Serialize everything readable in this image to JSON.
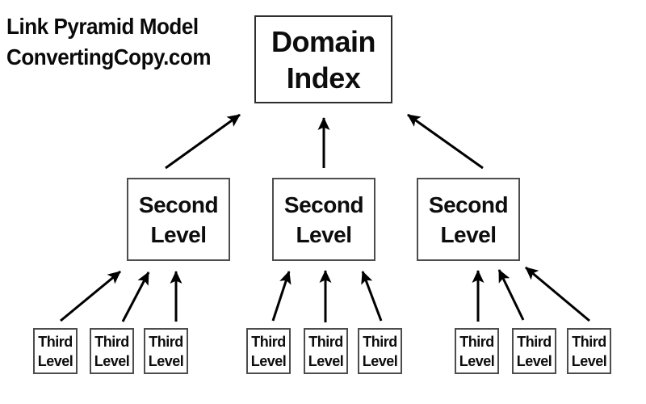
{
  "title": {
    "line1": "Link Pyramid Model",
    "line2": "ConvertingCopy.com"
  },
  "diagram": {
    "type": "hierarchy-pyramid",
    "root": {
      "lines": [
        "Domain",
        "Index"
      ]
    },
    "second_level": [
      {
        "lines": [
          "Second",
          "Level"
        ]
      },
      {
        "lines": [
          "Second",
          "Level"
        ]
      },
      {
        "lines": [
          "Second",
          "Level"
        ]
      }
    ],
    "third_level": [
      {
        "lines": [
          "Third",
          "Level"
        ]
      },
      {
        "lines": [
          "Third",
          "Level"
        ]
      },
      {
        "lines": [
          "Third",
          "Level"
        ]
      },
      {
        "lines": [
          "Third",
          "Level"
        ]
      },
      {
        "lines": [
          "Third",
          "Level"
        ]
      },
      {
        "lines": [
          "Third",
          "Level"
        ]
      },
      {
        "lines": [
          "Third",
          "Level"
        ]
      },
      {
        "lines": [
          "Third",
          "Level"
        ]
      },
      {
        "lines": [
          "Third",
          "Level"
        ]
      }
    ],
    "connections": [
      {
        "from": "second-level-1",
        "to": "domain-index"
      },
      {
        "from": "second-level-2",
        "to": "domain-index"
      },
      {
        "from": "second-level-3",
        "to": "domain-index"
      },
      {
        "from": "third-level-1",
        "to": "second-level-1"
      },
      {
        "from": "third-level-2",
        "to": "second-level-1"
      },
      {
        "from": "third-level-3",
        "to": "second-level-1"
      },
      {
        "from": "third-level-4",
        "to": "second-level-2"
      },
      {
        "from": "third-level-5",
        "to": "second-level-2"
      },
      {
        "from": "third-level-6",
        "to": "second-level-2"
      },
      {
        "from": "third-level-7",
        "to": "second-level-3"
      },
      {
        "from": "third-level-8",
        "to": "second-level-3"
      },
      {
        "from": "third-level-9",
        "to": "second-level-3"
      }
    ],
    "colors": {
      "background": "#ffffff",
      "text": "#0d0d0d",
      "box_border": "#4d4d4d",
      "arrow": "#000000"
    }
  }
}
